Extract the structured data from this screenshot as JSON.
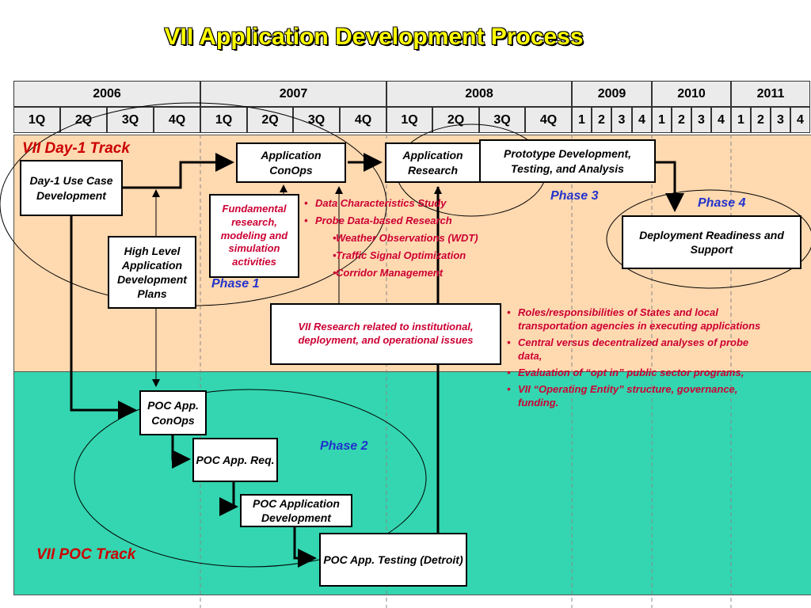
{
  "title": "VII Application Development Process",
  "timeline": {
    "years": [
      "2006",
      "2007",
      "2008",
      "2009",
      "2010",
      "2011"
    ],
    "quarters_2006": [
      "1Q",
      "2Q",
      "3Q",
      "4Q"
    ],
    "quarters_2007": [
      "1Q",
      "2Q",
      "3Q",
      "4Q"
    ],
    "quarters_2008": [
      "1Q",
      "2Q",
      "3Q",
      "4Q"
    ],
    "quarters_2009": [
      "1",
      "2",
      "3",
      "4"
    ],
    "quarters_2010": [
      "1",
      "2",
      "3",
      "4"
    ],
    "quarters_2011": [
      "1",
      "2",
      "3",
      "4"
    ]
  },
  "tracks": {
    "day1": "VII Day-1 Track",
    "poc": "VII POC Track"
  },
  "phases": {
    "p1": "Phase 1",
    "p2": "Phase 2",
    "p3": "Phase 3",
    "p4": "Phase 4"
  },
  "boxes": {
    "day1_use_case": "Day-1 Use Case Development",
    "high_level_plans": "High Level Application Development Plans",
    "app_conops": "Application ConOps",
    "fundamental_research": "Fundamental research, modeling and simulation activities",
    "app_research": "Application Research",
    "prototype": "Prototype Development, Testing, and Analysis",
    "deployment": "Deployment Readiness and Support",
    "vii_research": "VII Research related to institutional, deployment, and operational issues",
    "poc_conops": "POC App. ConOps",
    "poc_req": "POC App. Req.",
    "poc_dev": "POC Application Development",
    "poc_testing": "POC App. Testing (Detroit)"
  },
  "research_list": [
    "Data Characteristics Study",
    "Probe Data-based Research",
    "Weather Observations (WDT)",
    "Traffic Signal Optimization",
    "Corridor Management"
  ],
  "issues_list": [
    "Roles/responsibilities of States and local transportation agencies in executing applications",
    "Central versus decentralized analyses of probe data,",
    "Evaluation of “opt in” public sector programs,",
    "VII “Operating Entity” structure, governance, funding."
  ]
}
